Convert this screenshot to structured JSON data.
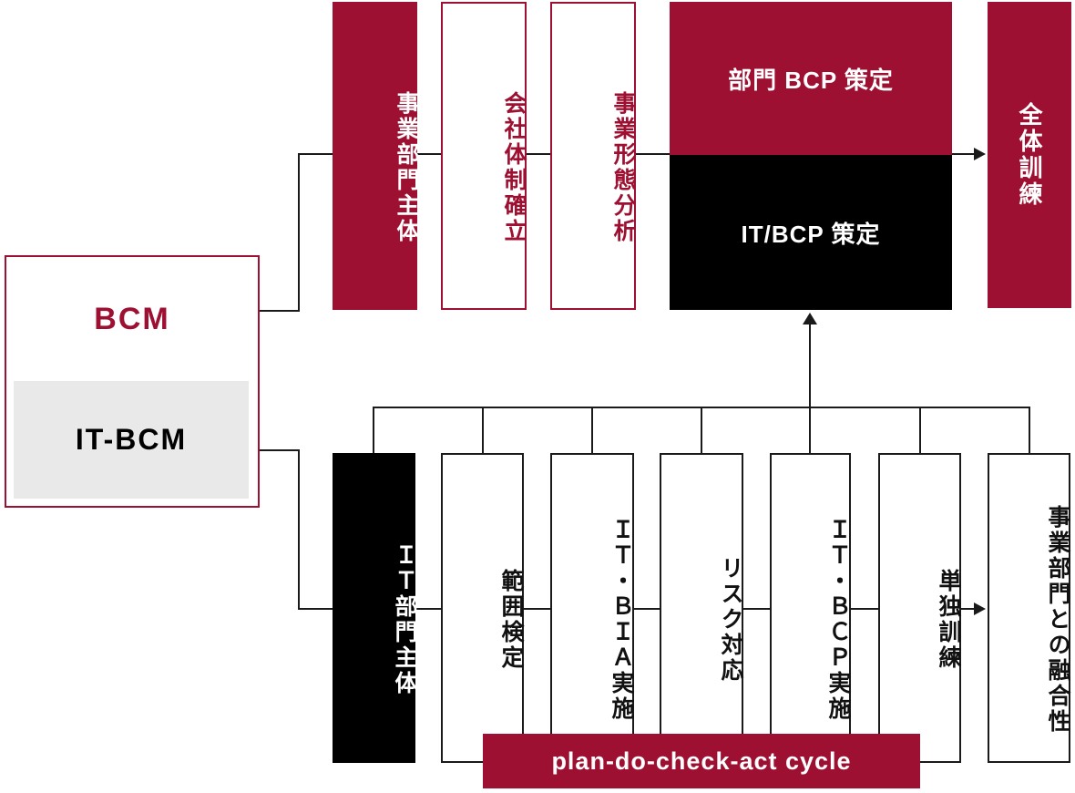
{
  "diagram": {
    "bcm_label": "BCM",
    "it_bcm_label": "IT-BCM",
    "top_flow": {
      "owner": "事業部門主体",
      "steps": [
        "会社体制確立",
        "事業形態分析"
      ],
      "dept_bcp": "部門 BCP 策定",
      "it_bcp": "IT/BCP 策定",
      "training": "全体訓練"
    },
    "bottom_flow": {
      "owner": "ＩＴ部門主体",
      "steps": [
        "範囲検定",
        "ＩＴ・ＢＩＡ実施",
        "リスク対応",
        "ＩＴ・ＢＣＰ実施",
        "単独訓練",
        "事業部門との融合性"
      ]
    },
    "cycle_label": "plan-do-check-act cycle",
    "colors": {
      "crimson": "#9E1031",
      "black": "#000000",
      "light_gray": "#E9E9E9",
      "line": "#1a1a1a",
      "white": "#FFFFFF"
    }
  }
}
